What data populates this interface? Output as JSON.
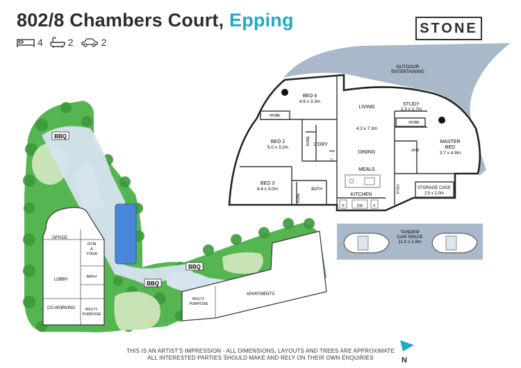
{
  "header": {
    "address": "802/8 Chambers Court,",
    "suburb": "Epping",
    "bedrooms": "4",
    "bathrooms": "2",
    "car_spaces": "2",
    "brand": "STONE"
  },
  "icons": {
    "bed": "bed-icon",
    "bath": "bath-icon",
    "car": "car-icon",
    "north": "north-arrow-icon"
  },
  "apartment": {
    "outdoor": "OUTDOOR",
    "entertaining": "ENTERTAINING",
    "bed4": "BED 4",
    "bed4_dim": "4.9 x 3.3m",
    "robe": "ROBE",
    "bed2": "BED 2",
    "bed2_dim": "5.0 x 3.2m",
    "bed3": "BED 3",
    "bed3_dim": "4.4 x 3.0m",
    "living": "LIVING",
    "living_dim": "4.3 x 7.3m",
    "dining": "DINING",
    "meals": "MEALS",
    "kitchen": "KITCHEN",
    "ldry": "L'DRY",
    "wm": "WM",
    "c": "C",
    "bath": "BATH",
    "study": "STUDY",
    "study_dim": "2.3 x 1.7m",
    "master": "MASTER",
    "master2": "BED",
    "master_dim": "3.7 x 4.9m",
    "ens": "ENS",
    "ptry": "PTRY",
    "p": "P",
    "dw": "DW",
    "f": "F",
    "storage": "STORAGE CAGE",
    "storage_dim": "2.5 x 1.0m"
  },
  "parking": {
    "label1": "TANDEM",
    "label2": "CAR SPACE",
    "dim": "11.0 x 2.8m"
  },
  "site": {
    "bbq": "BBQ",
    "office": "OFFICE",
    "gym": "GYM",
    "amp": "&",
    "yoga": "YOGA",
    "lobby": "LOBBY",
    "bath": "BATH",
    "coworking": "CO-WORKING",
    "multi": "MULTI-",
    "purpose": "PURPOSE",
    "apartments": "APARTMENTS"
  },
  "footer": {
    "line1": "THIS IS AN ARTIST'S IMPRESSION - ALL DIMENSIONS, LAYOUTS AND TREES ARE APPROXIMATE",
    "line2": "ALL INTERESTED PARTIES SHOULD MAKE AND RELY ON THEIR OWN ENQUIRIES",
    "north": "N"
  },
  "colors": {
    "accent": "#22a9c4",
    "dark": "#2d2d2d",
    "balcony": "#a9b9c9",
    "garden": "#4cae4c",
    "path": "#d6e4ef"
  }
}
